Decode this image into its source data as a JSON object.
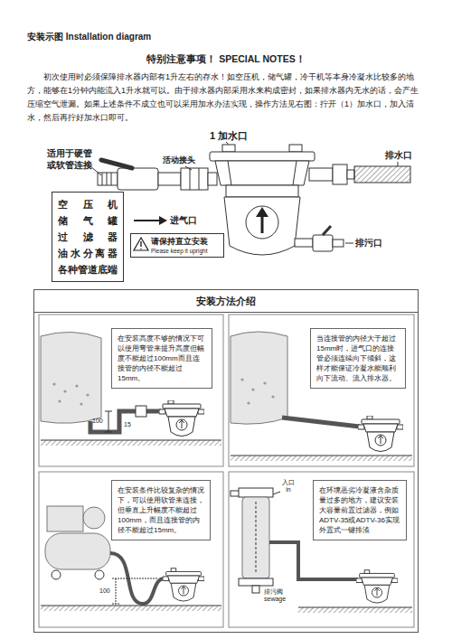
{
  "diagram": {
    "title": "特别注意事项！ SPECIAL NOTES！",
    "nodes": [
      {
        "text": [
          "空压机 储气罐 过滤器 油水分离器 各种管道底端"
        ]
      },
      {
        "text": [
          "请保持直立安装",
          "Please keep it upright"
        ]
      },
      {
        "text": [
          "安装方法介绍"
        ]
      },
      {
        "text": [
          "在安装高度不够的情况下可以使用弯管来提升高度但幅度不能超过100mm而且连接管的内径不能超过15mm。"
        ],
        "in": 2
      },
      {
        "text": [
          "当连接管的内径大于超过15mm时，进气口的连接管必须连续向下倾斜，这样才能保证冷凝水能顺利向下流动、流入排水器。"
        ],
        "in": 2
      },
      {
        "text": [
          "在安装条件比较复杂的情况下，可以使用软管来连接，但垂直上升幅度不能超过100mm，而且连接管的内径不能超过15mm。"
        ],
        "in": 2
      },
      {
        "text": [
          "在环境恶劣冷凝液含杂质量过多的地方，建议安装大容量前置过滤器，例如ADTV-35或ADTV-36实现外置式一键排渣"
        ],
        "in": 2
      }
    ],
    "labels": [
      "安装示图 Installation diagram",
      "初次使用时必须保障排水器内部有1升左右的存水！如空压机，储气罐，冷干机等本身冷凝水比较多的地方，能够在1分钟内能流入1升水就可以。由于排水器内部采用水来构成密封，如果排水器内无水的话，会产生压缩空气泄漏。如果上述条件不成立也可以采用加水办法实现，操作方法见右图：拧开（1）加水口，加入清水，然后再拧好加水口即可。",
      "1 加水口",
      "适用于硬管或软管连接",
      "活动接头",
      "排水口",
      "进气口",
      "排污口",
      "15",
      "100",
      "100",
      "入口 in",
      "排污阀 sewage"
    ]
  }
}
